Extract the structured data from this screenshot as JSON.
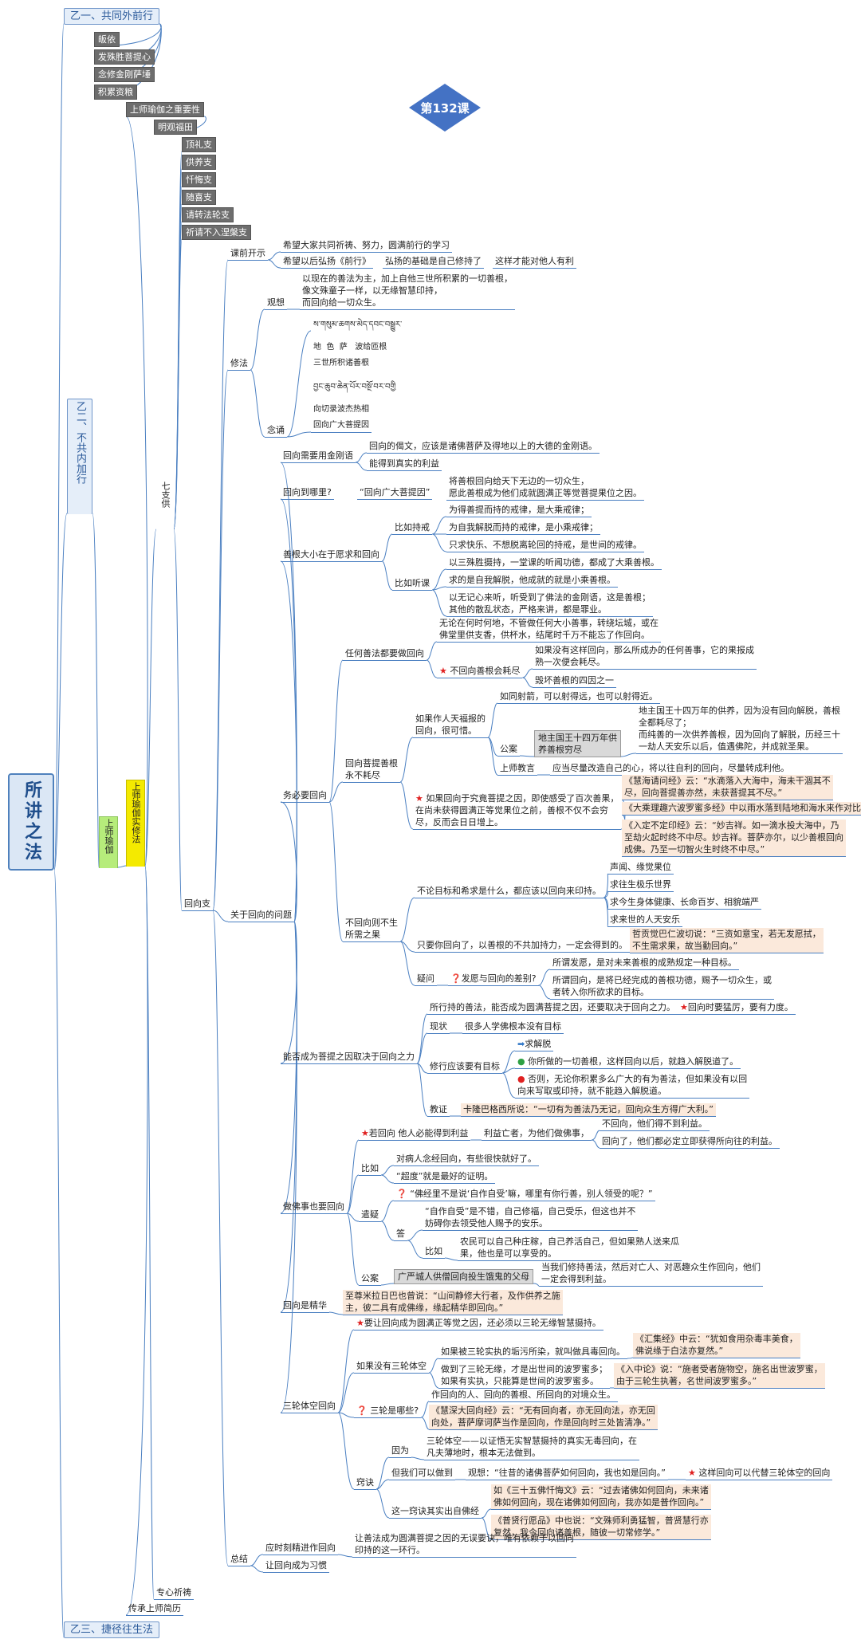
{
  "root": "所讲之法",
  "lesson": "第132课",
  "b1": {
    "title": "乙一、共同外前行",
    "items": [
      "皈依",
      "发殊胜菩提心",
      "念修金刚萨埵",
      "积累资粮"
    ]
  },
  "b2": {
    "title": "乙二、不共内加行",
    "guru_yoga": "上师瑜伽",
    "practice": "上师瑜伽实修法",
    "importance": "上师瑜伽之重要性",
    "field": "明观福田",
    "seven_limbs": [
      "顶礼支",
      "供养支",
      "忏悔支",
      "随喜支",
      "请转法轮支",
      "祈请不入涅槃支"
    ],
    "seven": "七支供",
    "dedication": "回向支",
    "prayer": "专心祈祷",
    "lineage": "传承上师简历"
  },
  "b3": {
    "title": "乙三、捷径往生法"
  },
  "c": {
    "pre": "课前开示",
    "pre1": "希望大家共同祈祷、努力，圆满前行的学习",
    "pre2": "希望以后弘扬《前行》",
    "pre2a": "弘扬的基础是自己修持了",
    "pre2b": "这样才能对他人有利",
    "method": "修法",
    "visual": "观想",
    "visual_t": "以现在的善法为主，加上自他三世所积累的一切善根，\n像文殊童子一样，以无缘智慧印持，\n而回向给一切众生。",
    "recite": "念诵",
    "tib1": "ས་གསུམ་ཆགས་མེད་དབང་བསྒྱུར་",
    "tib1p": "地  色  萨   波给匝根",
    "tib1z": "三世所积诸善根",
    "tib2": "བྱང་ཆུབ་ཆེན་པོར་བསྔོ་བར་བགྱི",
    "tib2p": "向切录波杰热相",
    "tib2z": "回向广大菩提因",
    "about": "关于回向的问题",
    "vajra": "回向需要用金刚语",
    "vajra1": "回向的偈文，应该是诸佛菩萨及得地以上的大德的金刚语。",
    "vajra2": "能得到真实的利益",
    "where": "回向到哪里?",
    "where1": "“回向广大菩提因”",
    "where2": "将善根回向给天下无边的一切众生，\n愿此善根成为他们成就圆满正等觉菩提果位之因。",
    "size": "善根大小在于愿求和回向",
    "keep": "比如持戒",
    "keep1": "为得善提而持的戒律，是大乘戒律；",
    "keep2": "为自我解脱而持的戒律，是小乘戒律；",
    "keep3": "只求快乐、不想脱离轮回的持戒，是世间的戒律。",
    "listen": "比如听课",
    "listen1": "以三殊胜摄持，一堂课的听闻功德，都成了大乘善根。",
    "listen2": "求的是自我解脱，他成就的就是小乘善根。",
    "listen3": "以无记心来听，听受到了佛法的金刚语，这是善根；\n其他的散乱状态，严格来讲，都是罪业。",
    "must": "务必要回向",
    "any": "任何善法都要做回向",
    "any1": "无论在何时何地，不管做任何大小善事，转绕坛城，或在\n佛堂里供支香，供杯水，结尾时千万不能忘了作回向。",
    "noded": "不回向善根会耗尽",
    "noded1": "如果没有这样回向，那么所成办的任何善事，它的果报成\n熟一次便会耗尽。",
    "noded2": "毁坏善根的四因之一",
    "never": "回向菩提善根\n永不耗尽",
    "rich": "如果作人天福报的\n回向，很可惜。",
    "rich1": "如同射箭，可以射得远，也可以射得近。",
    "case": "公案",
    "case1": "地主国王十四万年供\n养善根穷尽",
    "case2": "地主国王十四万年的供养，因为没有回向解脱，善根\n全都耗尽了；\n而纯善的一次供养善根，因为回向了解脱，历经三十\n一劫人天安乐以后，值遇佛陀，并成就圣果。",
    "teach": "上师教言",
    "teach1": "应当尽量改造自己的心，将以往自利的回向，尽量转成利他。",
    "bodhi": "如果回向于究竟菩提之因，即使感受了百次善果，\n在尚未获得圆满正等觉果位之前，善根不仅不会穷\n尽，反而会日日增上。",
    "sutra1": "《慧海请问经》云：“水滴落入大海中，海未干涸其不\n尽，回向菩提善亦然，未获菩提其不尽。”",
    "sutra2": "《大乘理趣六波罗蜜多经》中以雨水落到陆地和海水来作对比",
    "sutra3": "《入定不定印经》云：“妙吉祥。如一滴水投大海中，乃\n至劫火起时终不中尽。妙吉祥。菩萨亦尔，以少善根回向\n成佛。乃至一切智火生时终不中尽。”",
    "nogoal": "不回向则不生\n所需之果",
    "nogoal1": "不论目标和希求是什么，都应该以回向来印持。",
    "g1": "声闻、缘觉果位",
    "g2": "求往生极乐世界",
    "g3": "求今生身体健康、长命百岁、相貌端严",
    "g4": "求来世的人天安乐",
    "nogoal2": "只要你回向了，以善根的不共加持力，一定会得到的。",
    "nogoal3": "哲贡觉巴仁波切说：“三资如意宝，若无发愿拭，\n不生需求果，故当勤回向。”",
    "doubt": "疑问",
    "doubt1": "发愿与回向的差别?",
    "doubt2": "所谓发愿，是对未来善根的成熟规定一种目标。",
    "doubt3": "所谓回向，是将已经完成的善根功德，赐予一切众生，或\n者转入你所欲求的目标。",
    "cause": "能否成为菩提之因取决于回向之力",
    "cause1": "所行持的善法，能否成为圆满菩提之因，还要取决于回向之力。",
    "cause2": "回向时要猛厉，要有力度。",
    "now": "现状",
    "now1": "很多人学佛根本没有目标",
    "fix": "修行应该要有目标",
    "fix1": "求解脱",
    "fix2": "你所做的一切善根，这样回向以后，就趋入解脱道了。",
    "fix3": "否则，无论你积累多么广大的有为善法，但如果没有以回\n向来写取或印持，就不能趋入解脱道。",
    "proof": "教证",
    "proof1": "卡隆巴格西所说：“一切有为善法乃无记，回向众生方得广大利。”",
    "dogood": "做佛事也要回向",
    "ifnot": "若回向 他人必能得到利益",
    "ifnot1": "利益亡者，为他们做佛事，",
    "ifnot2": "不回向，他们得不到利益。",
    "ifnot3": "回向了，他们都必定立即获得所向往的利益。",
    "eg": "比如",
    "eg1": "对病人念经回向，有些很快就好了。",
    "eg2": "“超度”就是最好的证明。",
    "q": "遣疑",
    "q1": "“佛经里不是说‘自作自受’嘛，哪里有你行善，别人领受的呢？”",
    "a": "答",
    "a1": "“自作自受”是不错，自己修福，自己受乐，但这也并不\n妨碍你去领受他人赐予的安乐。",
    "a2": "比如",
    "a3": "农民可以自己种庄稼，自己养活自己，但如果熟人送来瓜\n果，他也是可以享受的。",
    "case3": "公案",
    "case3a": "广严城人供僧回向投生饿鬼的父母",
    "case3b": "当我们修持善法，然后对亡人、对恶趣众生作回向，他们\n一定会得到利益。",
    "best": "回向是精华",
    "best1": "至尊米拉日巴也曾说：“山间静修大行者，及作供养之施\n主，彼二具有成佛缘，缘起精华即回向。”",
    "three": "三轮体空回向",
    "three0": "要让回向成为圆满正等觉之因，还必须以三轮无缘智慧摄持。",
    "no3": "如果没有三轮体空",
    "no3a": "如果被三轮实执的垢污所染，就叫做具毒回向。",
    "no3b": "《汇集经》中云：“犹如食用杂毒丰美食，\n佛说缘于白法亦复然。”",
    "no3c": "做到了三轮无缘，才是出世间的波罗蜜多；\n如果有实执，只能算是世间的波罗蜜多。",
    "no3d": "《入中论》说：“施者受者施物空，施名出世波罗蜜，\n由于三轮生执著，名世间波罗蜜多。”",
    "what": "三轮是哪些?",
    "what1": "作回向的人、回向的善根、所回向的对境众生。",
    "what2": "《慧深大回向经》云：“无有回向者，亦无回向法，亦无回\n向处，菩萨摩诃萨当作是回向，作是回向时三处皆清净。”",
    "tip": "窍诀",
    "tip1": "因为",
    "tip1a": "三轮体空——以证悟无实智慧摄持的真实无毒回向，在\n凡夫薄地时，根本无法做到。",
    "tip2": "但我们可以做到",
    "tip2a": "观想：“往昔的诸佛菩萨如何回向，我也如是回向。”",
    "tip2b": "这样回向可以代替三轮体空的回向",
    "tip3": "这一窍诀其实出自佛经",
    "tip3a": "如《三十五佛忏悔文》云：“过去诸佛如何回向，未来诸\n佛如何回向，现在诸佛如何回向，我亦如是普作回向。”",
    "tip3b": "《普贤行愿品》中也说：“文殊师利勇猛智，普贤慧行亦\n复然，我今回向诸善根，随彼一切常修学。”",
    "sum": "总结",
    "sum1": "应时刻精进作回向",
    "sum2": "让回向成为习惯",
    "sum3": "让善法成为圆满菩提之因的无误要诀，唯有依赖于以回向\n印持的这一环行。"
  }
}
